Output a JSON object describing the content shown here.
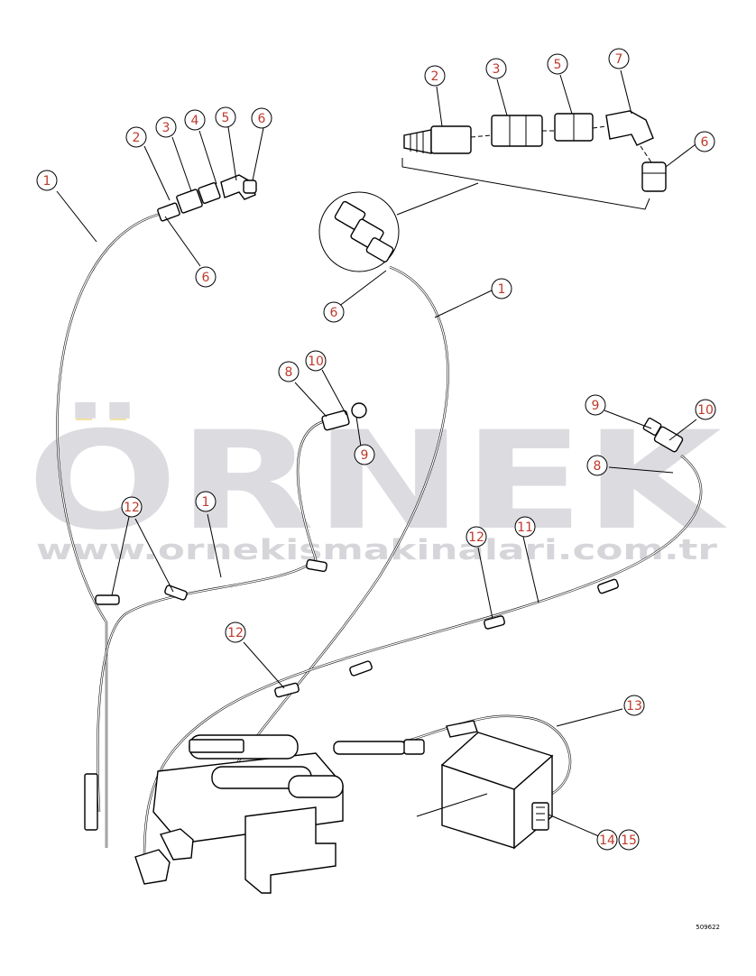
{
  "watermark": {
    "brand": "ÖRNEK",
    "website": "www.ornekismakinalari.com.tr",
    "accent_color": "#f2e2a6",
    "text_color": "#dcdce0"
  },
  "reference_code": "509622",
  "callout_color": "#c0392b",
  "callouts": [
    "1",
    "2",
    "3",
    "4",
    "5",
    "6",
    "6",
    "2",
    "3",
    "5",
    "7",
    "6",
    "6",
    "1",
    "8",
    "10",
    "9",
    "9",
    "10",
    "8",
    "1",
    "12",
    "12",
    "11",
    "12",
    "13",
    "14",
    "15"
  ]
}
